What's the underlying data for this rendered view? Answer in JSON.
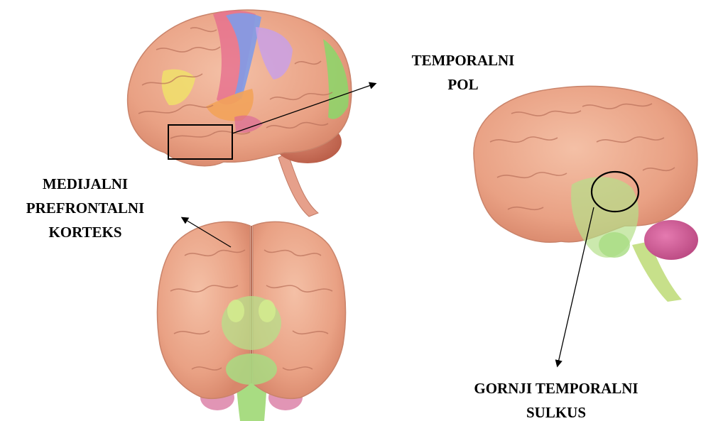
{
  "labels": {
    "temporal_pole": [
      "TEMPORALNI",
      "POL"
    ],
    "medial_prefrontal": [
      "MEDIJALNI",
      "PREFRONTALNI",
      "KORTEKS"
    ],
    "superior_temporal_sulcus": [
      "GORNJI TEMPORALNI",
      "SULKUS"
    ]
  },
  "colors": {
    "cortex": "#e9a184",
    "cortex_dark": "#b8674c",
    "highlight_green": "#b5e08a",
    "highlight_blue": "#7f9be8",
    "highlight_purple": "#c9a0e6",
    "highlight_yellow": "#f0e06a",
    "highlight_orange": "#f2a35a",
    "cerebellum": "#d07a64",
    "cerebellum_pink": "#d9609a",
    "annotation": "#000000"
  },
  "icons": {
    "brain_lateral_left": "brain-lateral-colored",
    "brain_frontal": "brain-frontal",
    "brain_lateral_right": "brain-lateral"
  }
}
